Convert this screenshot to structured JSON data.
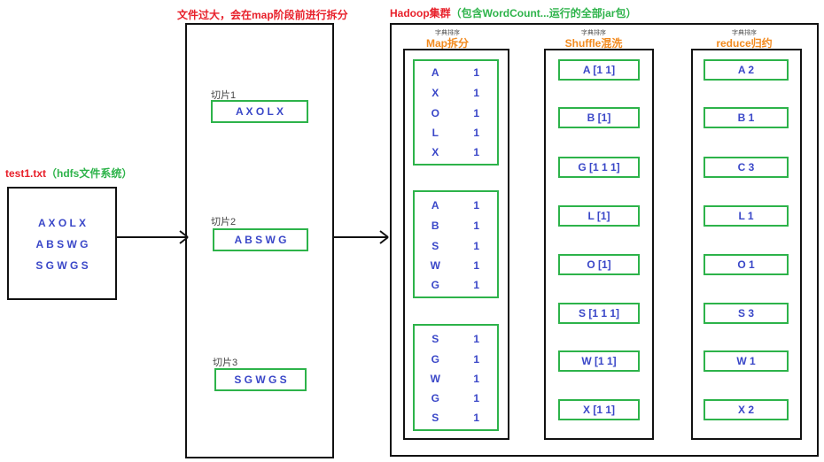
{
  "left": {
    "file": "test1.txt",
    "fs": "（hdfs文件系统）",
    "lines": [
      "A X O L X",
      "A B S W G",
      "S G W G S"
    ]
  },
  "middle": {
    "heading": "文件过大，会在map阶段前进行拆分",
    "slices": [
      {
        "label": "切片1",
        "value": "A X O L X"
      },
      {
        "label": "切片2",
        "value": "A B S W G"
      },
      {
        "label": "切片3",
        "value": "S G W G S"
      }
    ]
  },
  "cluster": {
    "heading": "Hadoop集群",
    "heading_note": "（包含WordCount...运行的全部jar包）",
    "columns": [
      {
        "small": "字典排序",
        "title": "Map拆分"
      },
      {
        "small": "字典排序",
        "title": "Shuffle混洗"
      },
      {
        "small": "字典排序",
        "title": "reduce归约"
      }
    ],
    "map_groups": [
      [
        [
          "A",
          "1"
        ],
        [
          "X",
          "1"
        ],
        [
          "O",
          "1"
        ],
        [
          "L",
          "1"
        ],
        [
          "X",
          "1"
        ]
      ],
      [
        [
          "A",
          "1"
        ],
        [
          "B",
          "1"
        ],
        [
          "S",
          "1"
        ],
        [
          "W",
          "1"
        ],
        [
          "G",
          "1"
        ]
      ],
      [
        [
          "S",
          "1"
        ],
        [
          "G",
          "1"
        ],
        [
          "W",
          "1"
        ],
        [
          "G",
          "1"
        ],
        [
          "S",
          "1"
        ]
      ]
    ],
    "shuffle": [
      "A [1 1]",
      "B [1]",
      "G [1 1 1]",
      "L [1]",
      "O [1]",
      "S [1 1 1]",
      "W [1 1]",
      "X [1 1]"
    ],
    "reduce": [
      "A 2",
      "B 1",
      "C 3",
      "L 1",
      "O 1",
      "S 3",
      "W 1",
      "X 2"
    ]
  }
}
